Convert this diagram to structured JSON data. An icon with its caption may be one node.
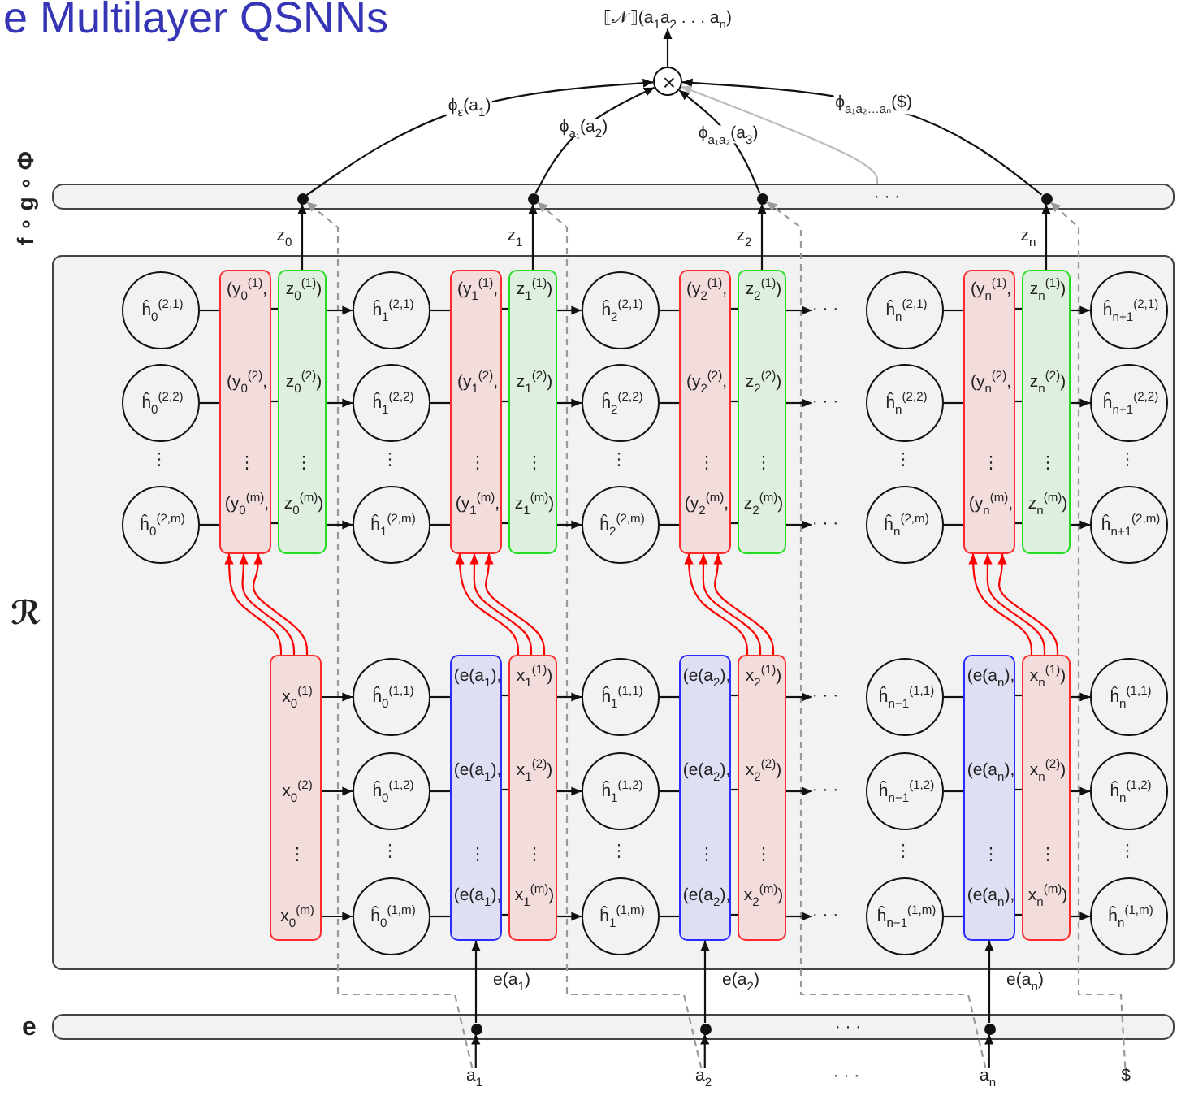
{
  "diagram": {
    "title": "e Multilayer QSNNs",
    "nodes": [
      {
        "text": [
          "×"
        ]
      },
      {
        "text": [
          "⟦𝒩⟧(a$_{1}$a$_{2}$ . . . a$_{n}$)"
        ]
      },
      {
        "text": [
          "f ∘ g ∘ Φ",
          "· · ·"
        ]
      },
      {
        "text": [],
        "shape": "circle",
        "in": 2
      },
      {
        "text": [],
        "shape": "circle",
        "in": 2
      },
      {
        "text": [],
        "shape": "circle",
        "in": 2
      },
      {
        "text": [],
        "shape": "circle",
        "in": 2
      },
      {
        "text": [
          "ℛ"
        ]
      },
      {
        "text": [
          "ĥ$_{0}$$^{(2,1)}$"
        ],
        "in": 7
      },
      {
        "text": [
          "ĥ$_{0}$$^{(2,2)}$"
        ],
        "in": 7
      },
      {
        "text": [
          "ĥ$_{0}$$^{(2,m)}$"
        ],
        "in": 7
      },
      {
        "text": [
          "(y$_{0}$$^{(1)}$,",
          "(y$_{0}$$^{(2)}$,",
          "⋮",
          "(y$_{0}$$^{(m)}$,"
        ],
        "in": 7
      },
      {
        "text": [
          "z$_{0}$$^{(1)}$)",
          "z$_{0}$$^{(2)}$)",
          "⋮",
          "z$_{0}$$^{(m)}$)"
        ],
        "in": 7
      },
      {
        "text": [
          "ĥ$_{1}$$^{(2,1)}$"
        ],
        "in": 7
      },
      {
        "text": [
          "ĥ$_{1}$$^{(2,2)}$"
        ],
        "in": 7
      },
      {
        "text": [
          "ĥ$_{1}$$^{(2,m)}$"
        ],
        "in": 7
      },
      {
        "text": [
          "(y$_{1}$$^{(1)}$,",
          "(y$_{1}$$^{(2)}$,",
          "⋮",
          "(y$_{1}$$^{(m)}$,"
        ],
        "in": 7
      },
      {
        "text": [
          "z$_{1}$$^{(1)}$)",
          "z$_{1}$$^{(2)}$)",
          "⋮",
          "z$_{1}$$^{(m)}$)"
        ],
        "in": 7
      },
      {
        "text": [
          "ĥ$_{2}$$^{(2,1)}$"
        ],
        "in": 7
      },
      {
        "text": [
          "ĥ$_{2}$$^{(2,2)}$"
        ],
        "in": 7
      },
      {
        "text": [
          "ĥ$_{2}$$^{(2,m)}$"
        ],
        "in": 7
      },
      {
        "text": [
          "(y$_{2}$$^{(1)}$,",
          "(y$_{2}$$^{(2)}$,",
          "⋮",
          "(y$_{2}$$^{(m)}$,"
        ],
        "in": 7
      },
      {
        "text": [
          "z$_{2}$$^{(1)}$)",
          "z$_{2}$$^{(2)}$)",
          "⋮",
          "z$_{2}$$^{(m)}$)"
        ],
        "in": 7
      },
      {
        "text": [
          "ĥ$_{n}$$^{(2,1)}$"
        ],
        "in": 7
      },
      {
        "text": [
          "ĥ$_{n}$$^{(2,2)}$"
        ],
        "in": 7
      },
      {
        "text": [
          "ĥ$_{n}$$^{(2,m)}$"
        ],
        "in": 7
      },
      {
        "text": [
          "(y$_{n}$$^{(1)}$,",
          "(y$_{n}$$^{(2)}$,",
          "⋮",
          "(y$_{n}$$^{(m)}$,"
        ],
        "in": 7
      },
      {
        "text": [
          "z$_{n}$$^{(1)}$)",
          "z$_{n}$$^{(2)}$)",
          "⋮",
          "z$_{n}$$^{(m)}$)"
        ],
        "in": 7
      },
      {
        "text": [
          "ĥ$_{n+1}$$^{(2,1)}$"
        ],
        "in": 7
      },
      {
        "text": [
          "ĥ$_{n+1}$$^{(2,2)}$"
        ],
        "in": 7
      },
      {
        "text": [
          "ĥ$_{n+1}$$^{(2,m)}$"
        ],
        "in": 7
      },
      {
        "text": [
          "x$_{0}$$^{(1)}$",
          "x$_{0}$$^{(2)}$",
          "⋮",
          "x$_{0}$$^{(m)}$"
        ],
        "in": 7
      },
      {
        "text": [
          "ĥ$_{0}$$^{(1,1)}$"
        ],
        "in": 7
      },
      {
        "text": [
          "ĥ$_{0}$$^{(1,2)}$"
        ],
        "in": 7
      },
      {
        "text": [
          "ĥ$_{0}$$^{(1,m)}$"
        ],
        "in": 7
      },
      {
        "text": [
          "(e(a$_{1}$),",
          "(e(a$_{1}$),",
          "⋮",
          "(e(a$_{1}$),"
        ],
        "in": 7
      },
      {
        "text": [
          "x$_{1}$$^{(1)}$)",
          "x$_{1}$$^{(2)}$)",
          "⋮",
          "x$_{1}$$^{(m)}$)"
        ],
        "in": 7
      },
      {
        "text": [
          "ĥ$_{1}$$^{(1,1)}$"
        ],
        "in": 7
      },
      {
        "text": [
          "ĥ$_{1}$$^{(1,2)}$"
        ],
        "in": 7
      },
      {
        "text": [
          "ĥ$_{1}$$^{(1,m)}$"
        ],
        "in": 7
      },
      {
        "text": [
          "(e(a$_{2}$),",
          "(e(a$_{2}$),",
          "⋮",
          "(e(a$_{2}$),"
        ],
        "in": 7
      },
      {
        "text": [
          "x$_{2}$$^{(1)}$)",
          "x$_{2}$$^{(2)}$)",
          "⋮",
          "x$_{2}$$^{(m)}$)"
        ],
        "in": 7
      },
      {
        "text": [
          "ĥ$_{n−1}$$^{(1,1)}$"
        ],
        "in": 7
      },
      {
        "text": [
          "ĥ$_{n−1}$$^{(1,2)}$"
        ],
        "in": 7
      },
      {
        "text": [
          "ĥ$_{n−1}$$^{(1,m)}$"
        ],
        "in": 7
      },
      {
        "text": [
          "(e(a$_{n}$),",
          "(e(a$_{n}$),",
          "⋮",
          "(e(a$_{n}$),"
        ],
        "in": 7
      },
      {
        "text": [
          "x$_{n}$$^{(1)}$)",
          "x$_{n}$$^{(2)}$)",
          "⋮",
          "x$_{n}$$^{(m)}$)"
        ],
        "in": 7
      },
      {
        "text": [
          "ĥ$_{n}$$^{(1,1)}$"
        ],
        "in": 7
      },
      {
        "text": [
          "ĥ$_{n}$$^{(1,2)}$"
        ],
        "in": 7
      },
      {
        "text": [
          "ĥ$_{n}$$^{(1,m)}$"
        ],
        "in": 7
      },
      {
        "text": [
          "e",
          "· · ·"
        ]
      },
      {
        "text": [],
        "shape": "circle",
        "in": 50
      },
      {
        "text": [],
        "shape": "circle",
        "in": 50
      },
      {
        "text": [],
        "shape": "circle",
        "in": 50
      },
      {
        "text": [
          "a$_{1}$"
        ]
      },
      {
        "text": [
          "a$_{2}$"
        ]
      },
      {
        "text": [
          "a$_{n}$"
        ]
      },
      {
        "text": [
          "$"
        ]
      },
      {
        "text": [
          "· · ·"
        ],
        "in": 7
      },
      {
        "text": [
          "· · ·"
        ],
        "in": 7
      },
      {
        "text": [
          "· · ·"
        ],
        "in": 7
      },
      {
        "text": [
          "· · ·"
        ],
        "in": 7
      },
      {
        "text": [
          "· · ·"
        ],
        "in": 7
      },
      {
        "text": [
          "· · ·"
        ],
        "in": 7
      }
    ],
    "edges": [
      {
        "from": 0,
        "to": 1,
        "arrow": "to"
      },
      {
        "from": 3,
        "to": 0,
        "arrow": "to",
        "label": "ϕ$_{ε}$(a$_{1}$)"
      },
      {
        "from": 4,
        "to": 0,
        "arrow": "to",
        "label": "ϕ$_{a₁}$(a$_{2}$)"
      },
      {
        "from": 5,
        "to": 0,
        "arrow": "to",
        "label": "ϕ$_{a₁a₂}$(a$_{3}$)"
      },
      {
        "from": 6,
        "to": 0,
        "arrow": "to",
        "label": "ϕ$_{a₁a₂…aₙ}$($)"
      },
      {
        "from": 12,
        "to": 3,
        "arrow": "to",
        "label": "z$_{0}$"
      },
      {
        "from": 17,
        "to": 4,
        "arrow": "to",
        "label": "z$_{1}$"
      },
      {
        "from": 22,
        "to": 5,
        "arrow": "to",
        "label": "z$_{2}$"
      },
      {
        "from": 27,
        "to": 6,
        "arrow": "to",
        "label": "z$_{n}$"
      },
      {
        "from": 54,
        "to": 3,
        "arrow": "to",
        "style": "dashed",
        "color": "#999999"
      },
      {
        "from": 55,
        "to": 4,
        "arrow": "to",
        "style": "dashed",
        "color": "#999999"
      },
      {
        "from": 56,
        "to": 5,
        "arrow": "to",
        "style": "dashed",
        "color": "#999999"
      },
      {
        "from": 2,
        "to": 0,
        "arrow": "to",
        "color": "#bbbbbb"
      },
      {
        "from": 57,
        "to": 6,
        "arrow": "to",
        "style": "dashed",
        "color": "#999999"
      },
      {
        "from": 54,
        "to": 51,
        "arrow": "to"
      },
      {
        "from": 55,
        "to": 52,
        "arrow": "to"
      },
      {
        "from": 56,
        "to": 53,
        "arrow": "to"
      },
      {
        "from": 51,
        "to": 35,
        "arrow": "to",
        "label": "e(a$_{1}$)"
      },
      {
        "from": 52,
        "to": 40,
        "arrow": "to",
        "label": "e(a$_{2}$)"
      },
      {
        "from": 53,
        "to": 45,
        "arrow": "to",
        "label": "e(a$_{n}$)"
      },
      {
        "from": 8,
        "to": 11,
        "arrow": "none"
      },
      {
        "from": 11,
        "to": 12,
        "arrow": "none"
      },
      {
        "from": 12,
        "to": 13,
        "arrow": "to"
      },
      {
        "from": 13,
        "to": 16,
        "arrow": "none"
      },
      {
        "from": 16,
        "to": 17,
        "arrow": "none"
      },
      {
        "from": 17,
        "to": 18,
        "arrow": "to"
      },
      {
        "from": 18,
        "to": 21,
        "arrow": "none"
      },
      {
        "from": 21,
        "to": 22,
        "arrow": "none"
      },
      {
        "from": 22,
        "to": 58,
        "arrow": "to"
      },
      {
        "from": 23,
        "to": 26,
        "arrow": "none"
      },
      {
        "from": 26,
        "to": 27,
        "arrow": "none"
      },
      {
        "from": 27,
        "to": 28,
        "arrow": "to"
      },
      {
        "from": 9,
        "to": 11,
        "arrow": "none"
      },
      {
        "from": 11,
        "to": 12,
        "arrow": "none"
      },
      {
        "from": 12,
        "to": 14,
        "arrow": "to"
      },
      {
        "from": 14,
        "to": 16,
        "arrow": "none"
      },
      {
        "from": 16,
        "to": 17,
        "arrow": "none"
      },
      {
        "from": 17,
        "to": 19,
        "arrow": "to"
      },
      {
        "from": 19,
        "to": 21,
        "arrow": "none"
      },
      {
        "from": 21,
        "to": 22,
        "arrow": "none"
      },
      {
        "from": 22,
        "to": 59,
        "arrow": "to"
      },
      {
        "from": 24,
        "to": 26,
        "arrow": "none"
      },
      {
        "from": 26,
        "to": 27,
        "arrow": "none"
      },
      {
        "from": 27,
        "to": 29,
        "arrow": "to"
      },
      {
        "from": 10,
        "to": 11,
        "arrow": "none"
      },
      {
        "from": 11,
        "to": 12,
        "arrow": "none"
      },
      {
        "from": 12,
        "to": 15,
        "arrow": "to"
      },
      {
        "from": 15,
        "to": 16,
        "arrow": "none"
      },
      {
        "from": 16,
        "to": 17,
        "arrow": "none"
      },
      {
        "from": 17,
        "to": 20,
        "arrow": "to"
      },
      {
        "from": 20,
        "to": 21,
        "arrow": "none"
      },
      {
        "from": 21,
        "to": 22,
        "arrow": "none"
      },
      {
        "from": 22,
        "to": 60,
        "arrow": "to"
      },
      {
        "from": 25,
        "to": 26,
        "arrow": "none"
      },
      {
        "from": 26,
        "to": 27,
        "arrow": "none"
      },
      {
        "from": 27,
        "to": 30,
        "arrow": "to"
      },
      {
        "from": 31,
        "to": 32,
        "arrow": "to"
      },
      {
        "from": 32,
        "to": 35,
        "arrow": "none"
      },
      {
        "from": 35,
        "to": 36,
        "arrow": "none"
      },
      {
        "from": 36,
        "to": 37,
        "arrow": "to"
      },
      {
        "from": 37,
        "to": 40,
        "arrow": "none"
      },
      {
        "from": 40,
        "to": 41,
        "arrow": "none"
      },
      {
        "from": 41,
        "to": 61,
        "arrow": "to"
      },
      {
        "from": 42,
        "to": 45,
        "arrow": "none"
      },
      {
        "from": 45,
        "to": 46,
        "arrow": "none"
      },
      {
        "from": 46,
        "to": 47,
        "arrow": "to"
      },
      {
        "from": 31,
        "to": 33,
        "arrow": "to"
      },
      {
        "from": 33,
        "to": 35,
        "arrow": "none"
      },
      {
        "from": 35,
        "to": 36,
        "arrow": "none"
      },
      {
        "from": 36,
        "to": 38,
        "arrow": "to"
      },
      {
        "from": 38,
        "to": 40,
        "arrow": "none"
      },
      {
        "from": 40,
        "to": 41,
        "arrow": "none"
      },
      {
        "from": 41,
        "to": 62,
        "arrow": "to"
      },
      {
        "from": 43,
        "to": 45,
        "arrow": "none"
      },
      {
        "from": 45,
        "to": 46,
        "arrow": "none"
      },
      {
        "from": 46,
        "to": 48,
        "arrow": "to"
      },
      {
        "from": 31,
        "to": 34,
        "arrow": "to"
      },
      {
        "from": 34,
        "to": 35,
        "arrow": "none"
      },
      {
        "from": 35,
        "to": 36,
        "arrow": "none"
      },
      {
        "from": 36,
        "to": 39,
        "arrow": "to"
      },
      {
        "from": 39,
        "to": 40,
        "arrow": "none"
      },
      {
        "from": 40,
        "to": 41,
        "arrow": "none"
      },
      {
        "from": 41,
        "to": 63,
        "arrow": "to"
      },
      {
        "from": 44,
        "to": 45,
        "arrow": "none"
      },
      {
        "from": 45,
        "to": 46,
        "arrow": "none"
      },
      {
        "from": 46,
        "to": 49,
        "arrow": "to"
      },
      {
        "from": 31,
        "to": 11,
        "arrow": "to",
        "color": "#ff0000"
      },
      {
        "from": 31,
        "to": 11,
        "arrow": "to",
        "color": "#ff0000"
      },
      {
        "from": 31,
        "to": 11,
        "arrow": "to",
        "color": "#ff0000"
      },
      {
        "from": 36,
        "to": 16,
        "arrow": "to",
        "color": "#ff0000"
      },
      {
        "from": 36,
        "to": 16,
        "arrow": "to",
        "color": "#ff0000"
      },
      {
        "from": 36,
        "to": 16,
        "arrow": "to",
        "color": "#ff0000"
      },
      {
        "from": 41,
        "to": 21,
        "arrow": "to",
        "color": "#ff0000"
      },
      {
        "from": 41,
        "to": 21,
        "arrow": "to",
        "color": "#ff0000"
      },
      {
        "from": 41,
        "to": 21,
        "arrow": "to",
        "color": "#ff0000"
      },
      {
        "from": 46,
        "to": 26,
        "arrow": "to",
        "color": "#ff0000"
      },
      {
        "from": 46,
        "to": 26,
        "arrow": "to",
        "color": "#ff0000"
      },
      {
        "from": 46,
        "to": 26,
        "arrow": "to",
        "color": "#ff0000"
      }
    ],
    "labels": [
      "⋮",
      "⋮",
      "⋮",
      "⋮",
      "⋮",
      "⋮",
      "⋮",
      "⋮",
      "⋮",
      "· · ·"
    ]
  }
}
